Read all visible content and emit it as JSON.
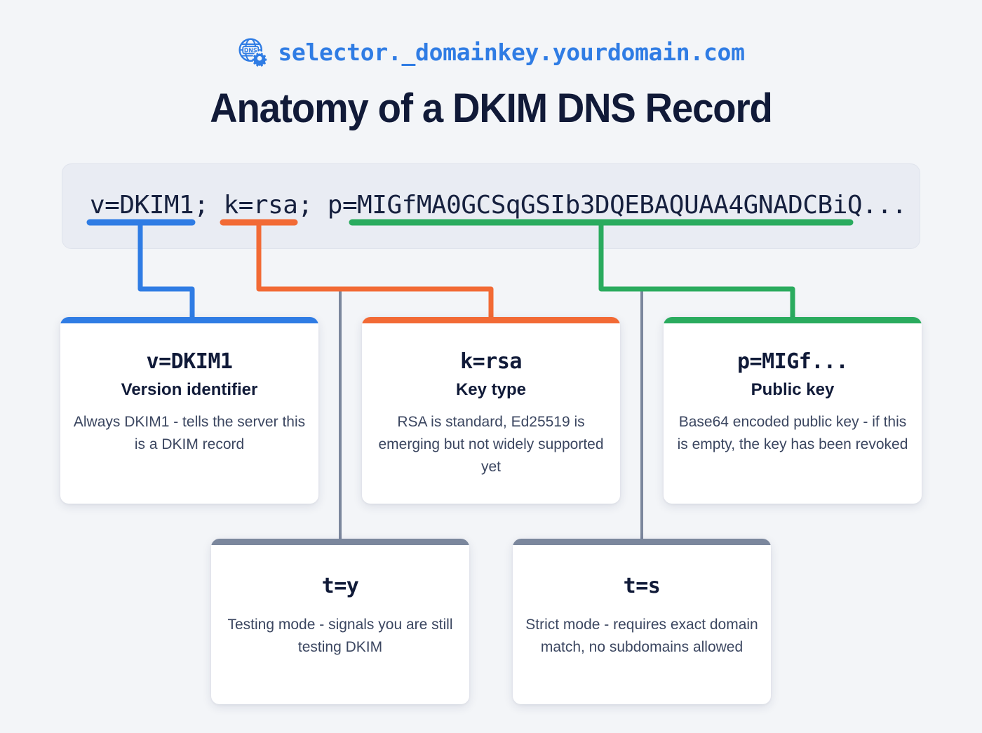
{
  "header": {
    "icon": "dns-globe-gear-icon",
    "selector": "selector._domainkey.yourdomain.com",
    "title": "Anatomy of a DKIM DNS Record"
  },
  "record": {
    "full_string": "v=DKIM1; k=rsa; p=MIGfMA0GCSqGSIb3DQEBAQUAA4GNADCBiQ...",
    "segments": [
      {
        "text": "v=DKIM1;",
        "color": "#2f7ce4"
      },
      {
        "text": "k=rsa;",
        "color": "#f26a35"
      },
      {
        "text": "p=MIGfMA0GCSqGSIb3DQEBAQUAA4GNADCBiQ...",
        "color": "#2aab5e"
      }
    ]
  },
  "colors": {
    "blue": "#2f7ce4",
    "orange": "#f26a35",
    "green": "#2aab5e",
    "slate": "#7b879d",
    "background": "#f3f5f8",
    "record_box": "#e9ecf3",
    "title": "#111a38"
  },
  "cards": {
    "v": {
      "code": "v=DKIM1",
      "subtitle": "Version identifier",
      "desc": "Always DKIM1 - tells the server this is a DKIM record",
      "accent": "#2f7ce4"
    },
    "k": {
      "code": "k=rsa",
      "subtitle": "Key type",
      "desc": "RSA is standard, Ed25519 is emerging but not widely supported yet",
      "accent": "#f26a35"
    },
    "p": {
      "code": "p=MIGf...",
      "subtitle": "Public key",
      "desc": "Base64 encoded public key - if this is empty, the key has been revoked",
      "accent": "#2aab5e"
    },
    "ty": {
      "code": "t=y",
      "desc": "Testing mode - signals you are still testing DKIM",
      "accent": "#7b879d"
    },
    "ts": {
      "code": "t=s",
      "desc": "Strict mode - requires exact domain match, no subdomains allowed",
      "accent": "#7b879d"
    }
  }
}
